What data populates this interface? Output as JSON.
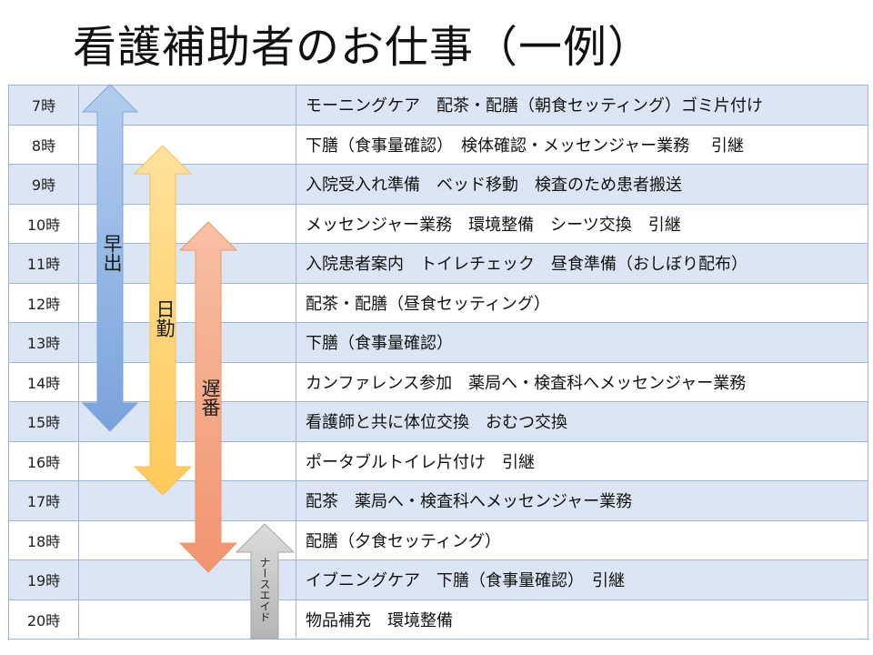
{
  "title": "看護補助者のお仕事（一例）",
  "rows": [
    {
      "hour": "7時",
      "task": "モーニングケア　配茶・配膳（朝食セッティング）ゴミ片付け"
    },
    {
      "hour": "8時",
      "task": "下膳（食事量確認）　検体確認・メッセンジャー業務　 引継"
    },
    {
      "hour": "9時",
      "task": "入院受入れ準備　ベッド移動　検査のため患者搬送"
    },
    {
      "hour": "10時",
      "task": "メッセンジャー業務　環境整備　シーツ交換　引継"
    },
    {
      "hour": "11時",
      "task": "入院患者案内　トイレチェック　昼食準備（おしぼり配布）"
    },
    {
      "hour": "12時",
      "task": "配茶・配膳（昼食セッティング）"
    },
    {
      "hour": "13時",
      "task": "下膳（食事量確認）"
    },
    {
      "hour": "14時",
      "task": "カンファレンス参加　薬局へ・検査科へメッセンジャー業務"
    },
    {
      "hour": "15時",
      "task": "看護師と共に体位交換　おむつ交換"
    },
    {
      "hour": "16時",
      "task": "ポータブルトイレ片付け　引継"
    },
    {
      "hour": "17時",
      "task": "配茶　薬局へ・検査科へメッセンジャー業務"
    },
    {
      "hour": "18時",
      "task": "配膳（夕食セッティング）"
    },
    {
      "hour": "19時",
      "task": "イブニングケア　下膳（食事量確認）　引継"
    },
    {
      "hour": "20時",
      "task": "物品補充　環境整備"
    }
  ],
  "shifts": {
    "early": "早出",
    "day": "日勤",
    "late": "遅番",
    "nurse_aide": "ナースエイド"
  },
  "colors": {
    "early": "#8eb4e3",
    "day": "#ffd36e",
    "late": "#f4a582",
    "nurse_aide": "#bfbfbf"
  }
}
